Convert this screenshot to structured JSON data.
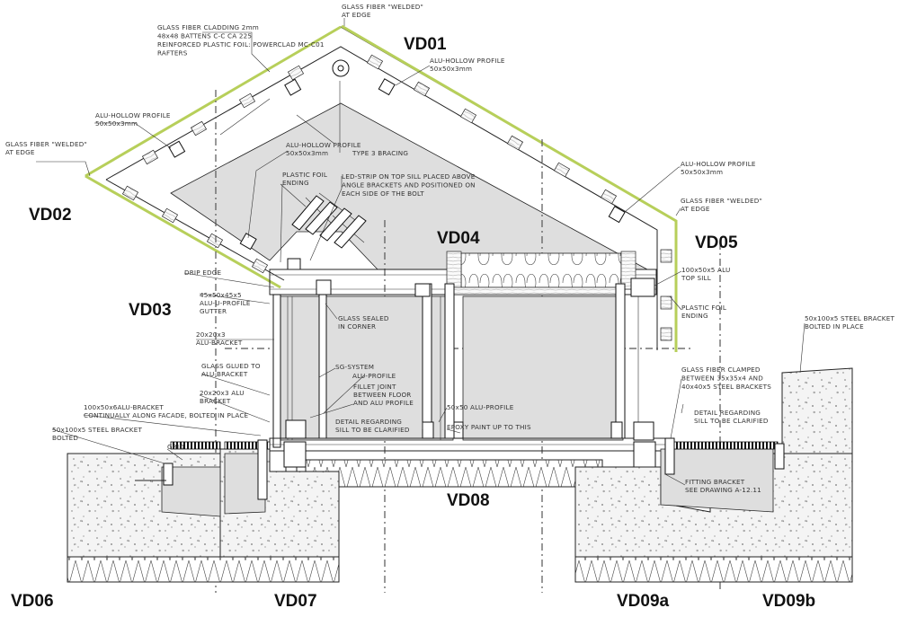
{
  "section_labels": {
    "vd01": "VD01",
    "vd02": "VD02",
    "vd03": "VD03",
    "vd04": "VD04",
    "vd05": "VD05",
    "vd06": "VD06",
    "vd07": "VD07",
    "vd08": "VD08",
    "vd09a": "VD09a",
    "vd09b": "VD09b"
  },
  "notes": {
    "cladding": [
      "GLASS FIBER CLADDING 2mm",
      "48x48 BATTENS C-C CA 225",
      "REINFORCED PLASTIC FOIL: POWERCLAD MC-C01",
      "RAFTERS"
    ],
    "gf_welded_top": [
      "GLASS FIBER \"WELDED\"",
      "AT EDGE"
    ],
    "alu_hollow_top": [
      "ALU-HOLLOW PROFILE",
      "50x50x3mm"
    ],
    "alu_hollow_left": [
      "ALU-HOLLOW PROFILE",
      "50x50x3mm"
    ],
    "gf_welded_left": [
      "GLASS FIBER \"WELDED\"",
      "AT EDGE"
    ],
    "alu_hollow_mid": [
      "ALU-HOLLOW PROFILE",
      "50x50x3mm"
    ],
    "type3": [
      "TYPE 3 BRACING"
    ],
    "plastic_foil_ending_left": [
      "PLASTIC FOIL",
      "ENDING"
    ],
    "led_strip": [
      "LED-STRIP ON TOP SILL PLACED ABOVE",
      "ANGLE BRACKETS AND POSITIONED ON",
      "EACH SIDE OF THE BOLT"
    ],
    "alu_hollow_right": [
      "ALU-HOLLOW PROFILE",
      "50x50x3mm"
    ],
    "gf_welded_right": [
      "GLASS FIBER \"WELDED\"",
      "AT EDGE"
    ],
    "drip_edge": [
      "DRIP EDGE"
    ],
    "gutter": [
      "45x50x45x5",
      "ALU-U-PROFILE",
      "GUTTER"
    ],
    "alu_bracket_20": [
      "20x20x3",
      "ALU-BRACKET"
    ],
    "glass_sealed": [
      "GLASS SEALED",
      "IN CORNER"
    ],
    "top_sill": [
      "100x50x5 ALU",
      "TOP SILL"
    ],
    "plastic_foil_ending_right": [
      "PLASTIC FOIL",
      "ENDING"
    ],
    "steel_bracket_right": [
      "50x100x5 STEEL BRACKET",
      "BOLTED IN PLACE"
    ],
    "glass_glued": [
      "GLASS GLUED TO",
      "ALU-BRACKET"
    ],
    "sg_system": [
      "SG-SYSTEM"
    ],
    "alu_profile": [
      "ALU-PROFILE"
    ],
    "fillet_joint": [
      "FILLET JOINT",
      "BETWEEN FLOOR",
      "AND ALU PROFILE"
    ],
    "alu_bracket_20b": [
      "20x20x3 ALU",
      "BRACKET"
    ],
    "alu_bracket_100": [
      "100x50x6ALU-BRACKET",
      "CONTINUALLY ALONG FACADE, BOLTED IN PLACE"
    ],
    "alu_profile_50": [
      "50x50 ALU-PROFILE"
    ],
    "epoxy": [
      "EPOXY PAINT UP TO THIS"
    ],
    "detail_sill_left": [
      "DETAIL REGARDING",
      "SILL TO BE CLARIFIED"
    ],
    "gf_clamped": [
      "GLASS FIBER CLAMPED",
      "BETWEEN 35x35x4 AND",
      "40x40x5 STEEL BRACKETS"
    ],
    "detail_sill_right": [
      "DETAIL REGARDING",
      "SILL TO BE CLARIFIED"
    ],
    "steel_bracket_left": [
      "50x100x5 STEEL BRACKET",
      "BOLTED"
    ],
    "grid": [
      "GRID"
    ],
    "fitting_bracket": [
      "FITTING BRACKET",
      "SEE DRAWING A-12.11"
    ]
  },
  "colors": {
    "edge_highlight": "#b7cf5a",
    "fill_grey": "#dedede",
    "line": "#222222"
  }
}
